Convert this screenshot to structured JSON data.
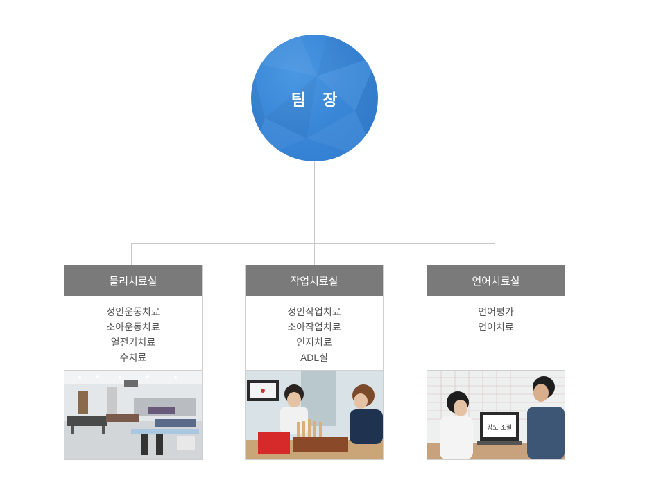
{
  "root": {
    "label": "팀 장"
  },
  "departments": [
    {
      "name": "물리치료실",
      "items": [
        "성인운동치료",
        "소아운동치료",
        "열전기치료",
        "수치료"
      ]
    },
    {
      "name": "작업치료실",
      "items": [
        "성인작업치료",
        "소아작업치료",
        "인지치료",
        "ADL실"
      ]
    },
    {
      "name": "언어치료실",
      "items": [
        "언어평가",
        "언어치료"
      ],
      "photo_screen_text": "강도 조절"
    }
  ],
  "colors": {
    "root": "#2f7ccf",
    "header": "#7a7a7a",
    "connector": "#c8c8c8"
  }
}
